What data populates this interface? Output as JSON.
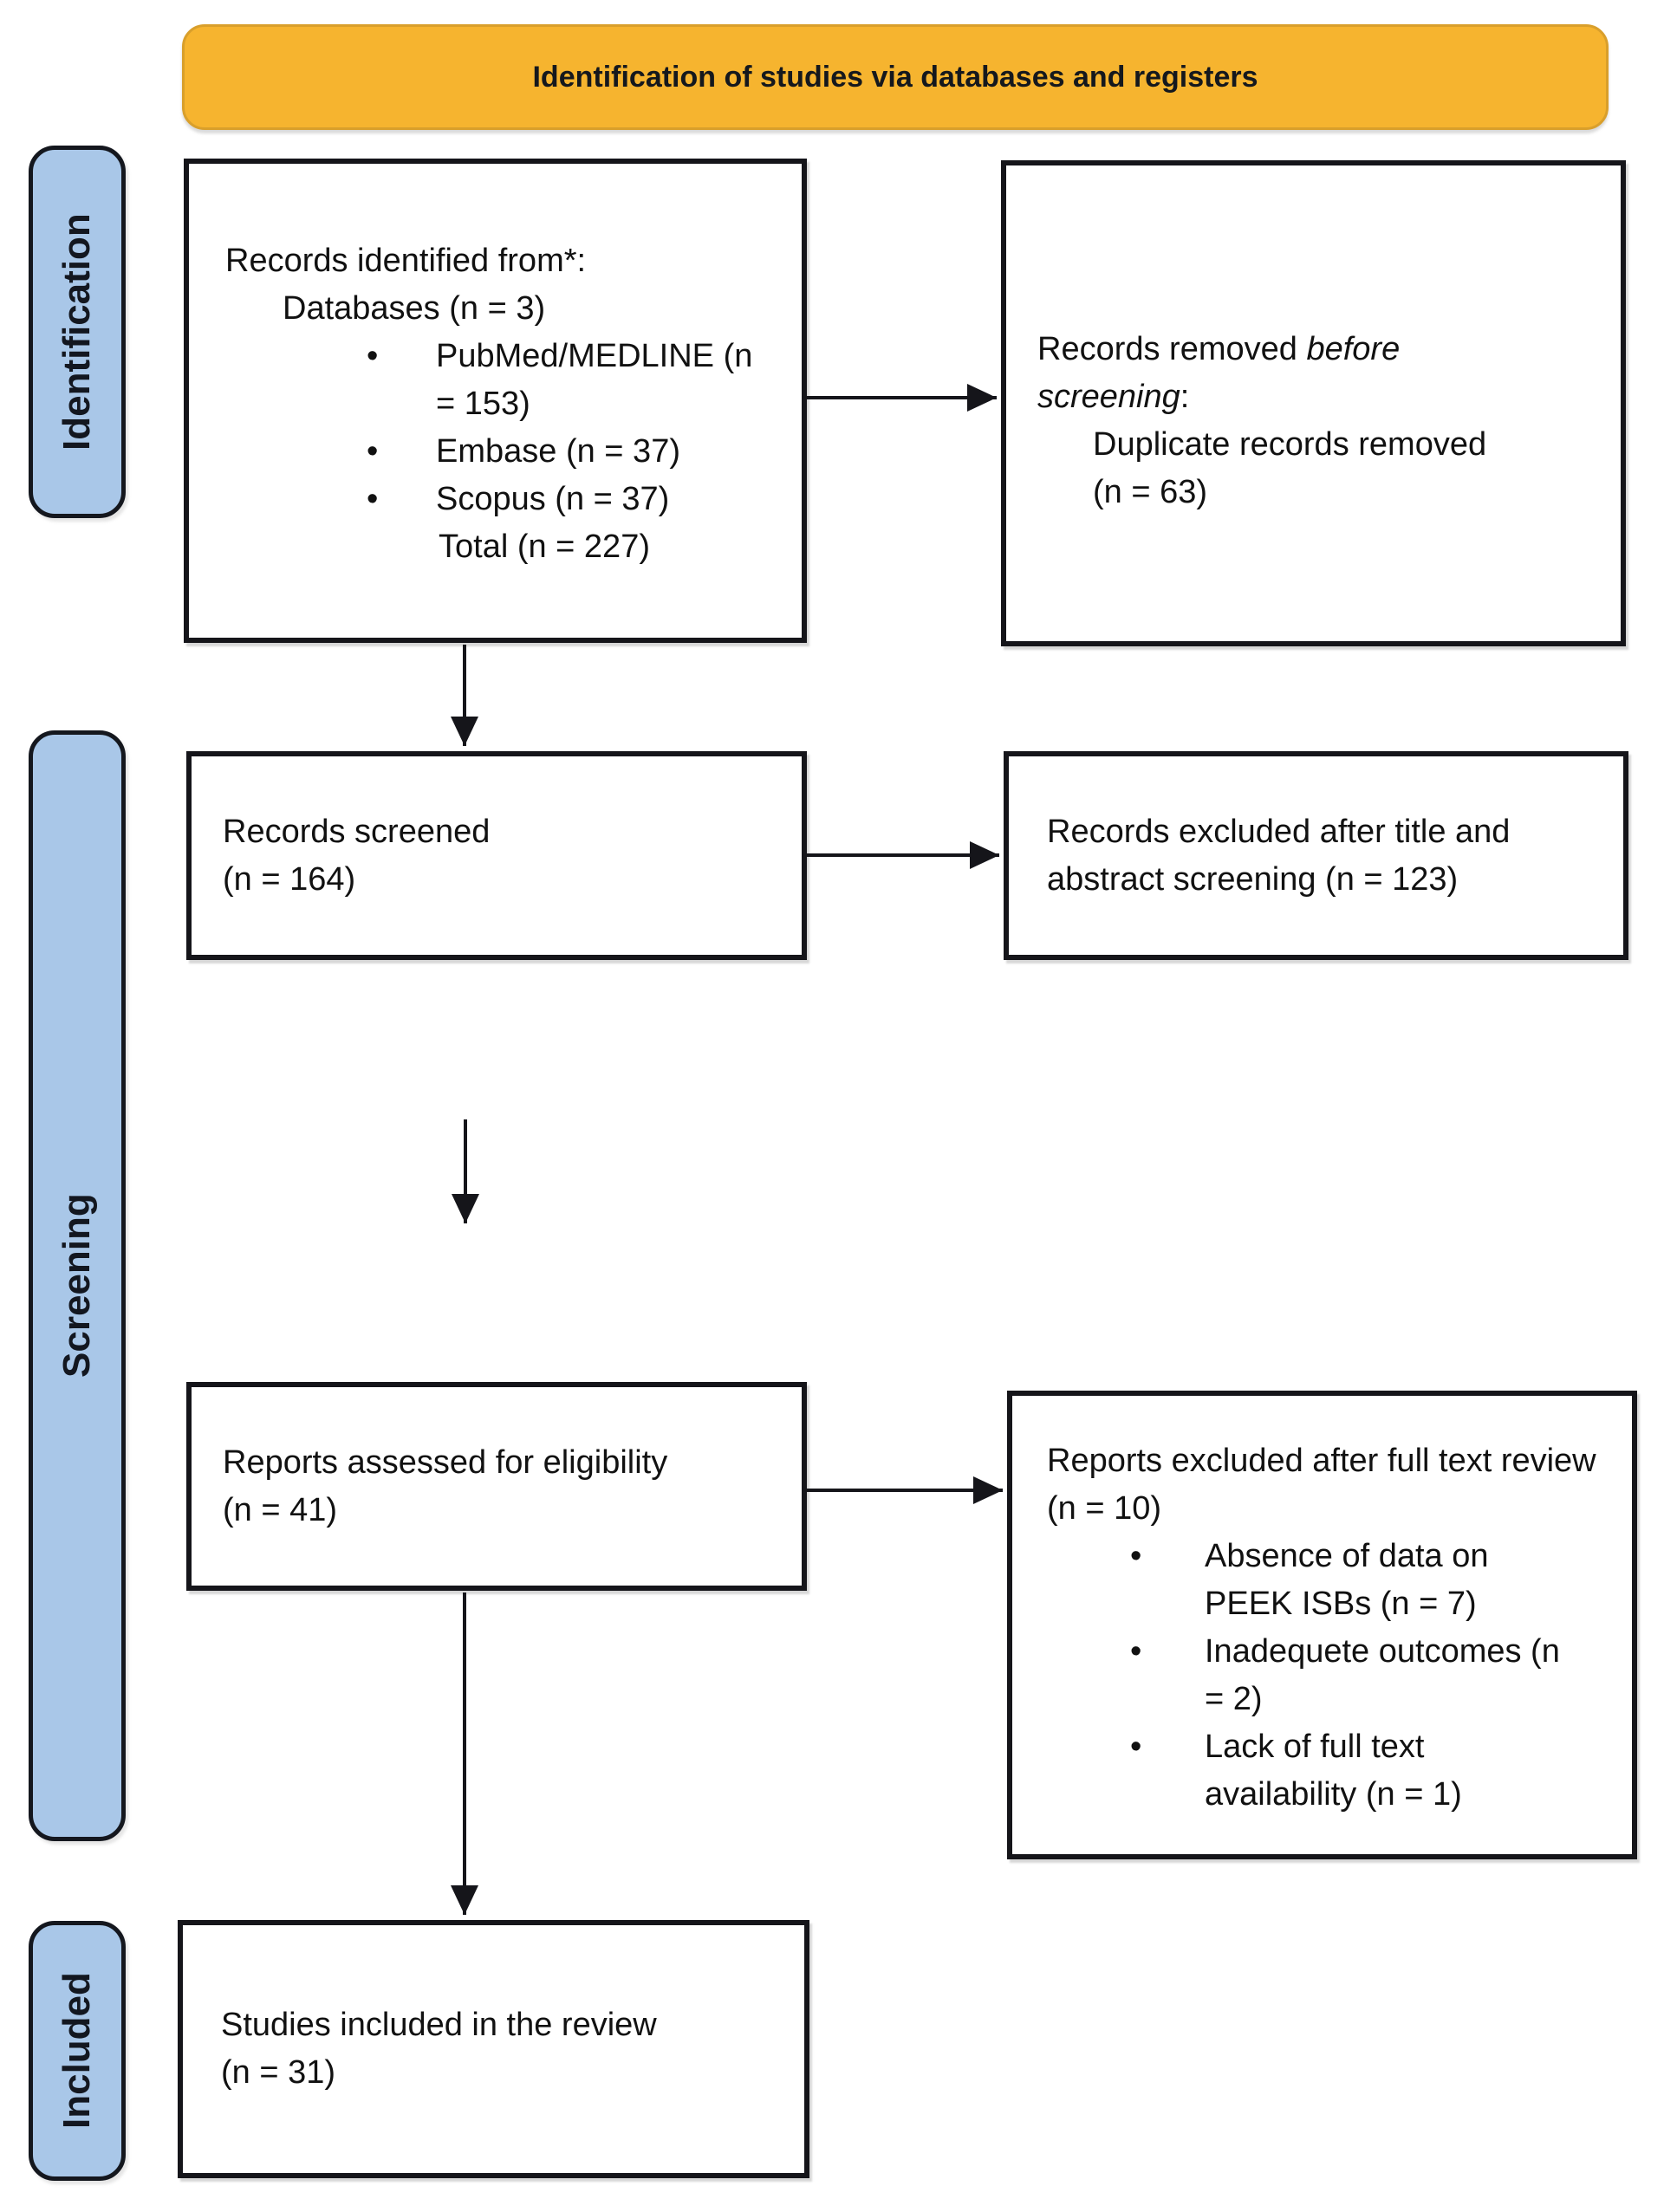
{
  "banner": {
    "label": "Identification of studies via databases and registers"
  },
  "stages": [
    {
      "label": "Identification"
    },
    {
      "label": "Screening"
    },
    {
      "label": "Included"
    }
  ],
  "boxes": {
    "identified": {
      "intro": "Records identified from*:",
      "databases": "Databases (n = 3)",
      "bullets": [
        "PubMed/MEDLINE (n = 153)",
        "Embase (n = 37)",
        "Scopus (n = 37)"
      ],
      "total": "Total (n = 227)"
    },
    "removed_before_screening": {
      "lead": "Records removed ",
      "italic": "before screening",
      "colon": ":",
      "detail": "Duplicate records removed (n = 63)"
    },
    "screened": {
      "line1": "Records screened",
      "line2": "(n = 164)"
    },
    "excluded_title_abstract": {
      "text": "Records excluded after title and abstract screening (n = 123)"
    },
    "assessed": {
      "line1": "Reports assessed for eligibility",
      "line2": "(n = 41)"
    },
    "excluded_full_text": {
      "heading": "Reports excluded after full text review (n = 10)",
      "bullets": [
        "Absence of data on PEEK ISBs (n = 7)",
        "Inadequete outcomes (n = 2)",
        "Lack of full text availability (n = 1)"
      ]
    },
    "included": {
      "line1": "Studies included in the review",
      "line2": "(n = 31)"
    }
  },
  "colors": {
    "banner_fill": "#F6B42F",
    "banner_border": "#D99F2B",
    "stage_fill": "#A9C7E8",
    "outline": "#15151a"
  }
}
